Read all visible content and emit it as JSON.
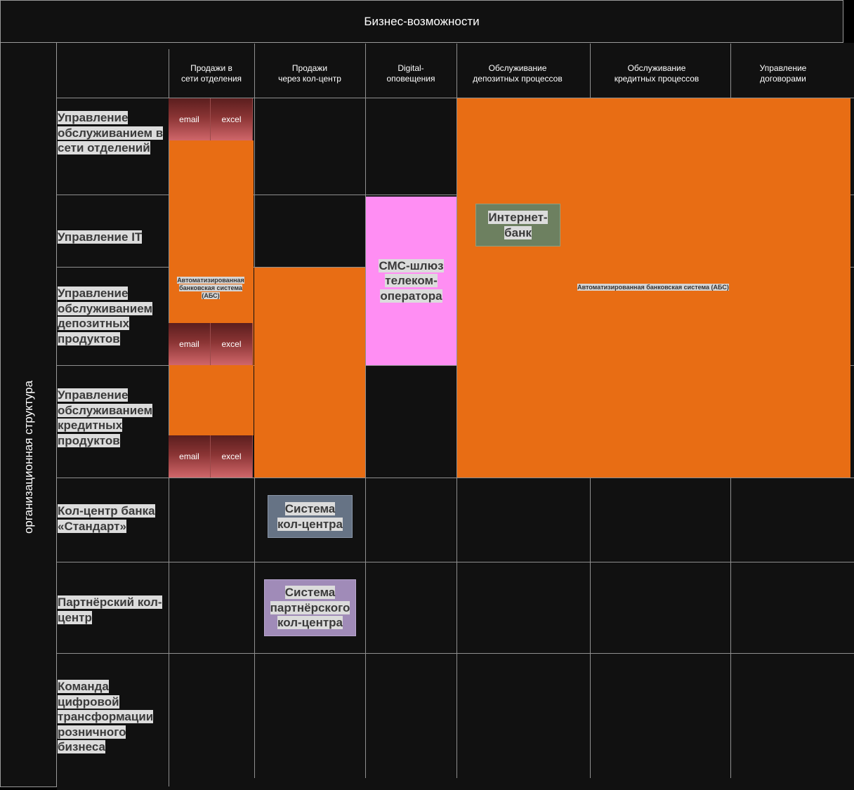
{
  "header": {
    "title": "Бизнес-возможности"
  },
  "side": {
    "label": "организационная структура"
  },
  "columns": [
    "Продажи в\nсети отделения",
    "Продажи\nчерез кол-центр",
    "Digital-\nоповещения",
    "Обслуживание\nдепозитных процессов",
    "Обслуживание\nкредитных процессов",
    "Управление\nдоговорами"
  ],
  "rows": [
    "Управление обслуживанием в сети отделений",
    "Управление IT",
    "Управление обслуживанием депозитных продуктов",
    "Управление обслуживанием кредитных продуктов",
    "Кол-центр банка «Стандарт»",
    "Партнёрский кол-центр",
    "Команда цифровой трансформации розничного бизнеса"
  ],
  "systems": {
    "email": "email",
    "excel": "excel",
    "abs_small": "Автоматизированная банковская система (АБС)",
    "abs_large": "Автоматизированная банковская система (АБС)",
    "sms": "СМС-шлюз телеком-оператора",
    "internet_bank": "Интернет-банк",
    "callcenter": "Система кол-центра",
    "partner_callcenter": "Система партнёрского кол-центра"
  },
  "colors": {
    "abs": "#e86d14",
    "sms": "#ff8ef3",
    "internet_bank": "#6d8060",
    "callcenter": "#667385",
    "partner": "#a08bb8"
  }
}
